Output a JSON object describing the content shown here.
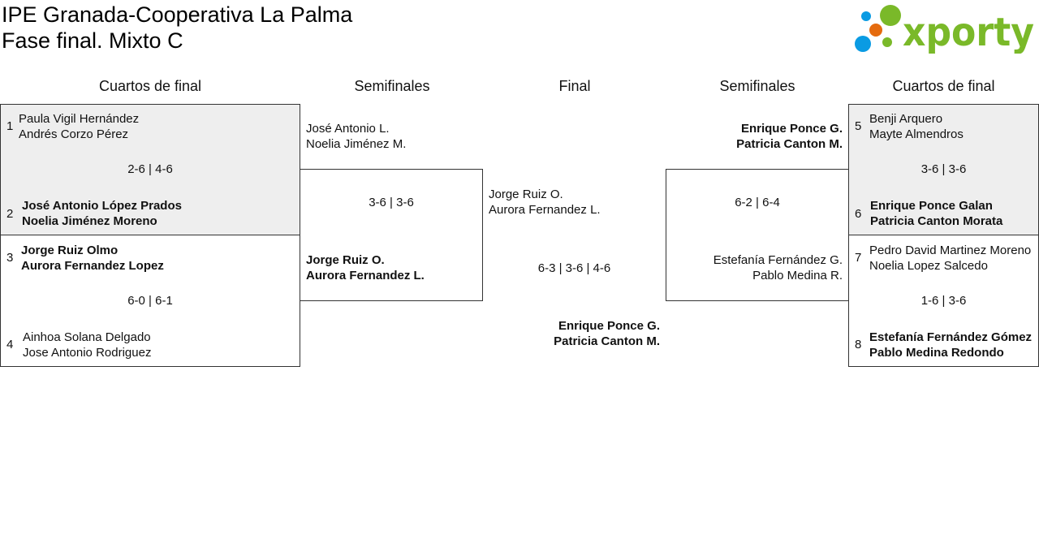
{
  "header": {
    "title": "IPE Granada-Cooperativa La Palma",
    "subtitle": "Fase final. Mixto C",
    "logo_text": "xporty",
    "logo_colors": {
      "green": "#7ab929",
      "orange": "#e56b0e",
      "blue": "#0a9be3"
    }
  },
  "rounds": {
    "qf_left": "Cuartos de final",
    "sf_left": "Semifinales",
    "final": "Final",
    "sf_right": "Semifinales",
    "qf_right": "Cuartos de final"
  },
  "qf": [
    {
      "seed_a": "1",
      "team_a": [
        "Paula Vigil Hernández",
        "Andrés Corzo Pérez"
      ],
      "score": "2-6 | 4-6",
      "seed_b": "2",
      "team_b": [
        "José Antonio López Prados",
        "Noelia Jiménez Moreno"
      ]
    },
    {
      "seed_a": "3",
      "team_a": [
        "Jorge Ruiz Olmo",
        "Aurora Fernandez Lopez"
      ],
      "score": "6-0 | 6-1",
      "seed_b": "4",
      "team_b": [
        "Ainhoa Solana Delgado",
        "Jose Antonio Rodriguez"
      ]
    },
    {
      "seed_a": "5",
      "team_a": [
        "Benji Arquero",
        "Mayte Almendros"
      ],
      "score": "3-6 | 3-6",
      "seed_b": "6",
      "team_b": [
        "Enrique Ponce Galan",
        "Patricia Canton Morata"
      ]
    },
    {
      "seed_a": "7",
      "team_a": [
        "Pedro David Martinez Moreno",
        "Noelia Lopez Salcedo"
      ],
      "score": "1-6 | 3-6",
      "seed_b": "8",
      "team_b": [
        "Estefanía Fernández Gómez",
        "Pablo Medina Redondo"
      ]
    }
  ],
  "sf_left": {
    "team_a": [
      "José Antonio L.",
      "Noelia Jiménez M."
    ],
    "score": "3-6 | 3-6",
    "team_b": [
      "Jorge Ruiz O.",
      "Aurora Fernandez L."
    ]
  },
  "sf_right": {
    "team_a": [
      "Enrique Ponce G.",
      "Patricia Canton M."
    ],
    "score": "6-2 | 6-4",
    "team_b": [
      "Estefanía Fernández G.",
      "Pablo Medina R."
    ]
  },
  "final": {
    "team_a": [
      "Jorge Ruiz O.",
      "Aurora Fernandez L."
    ],
    "score": "6-3 | 3-6 | 4-6",
    "team_b": [
      "Enrique Ponce G.",
      "Patricia Canton M."
    ]
  }
}
